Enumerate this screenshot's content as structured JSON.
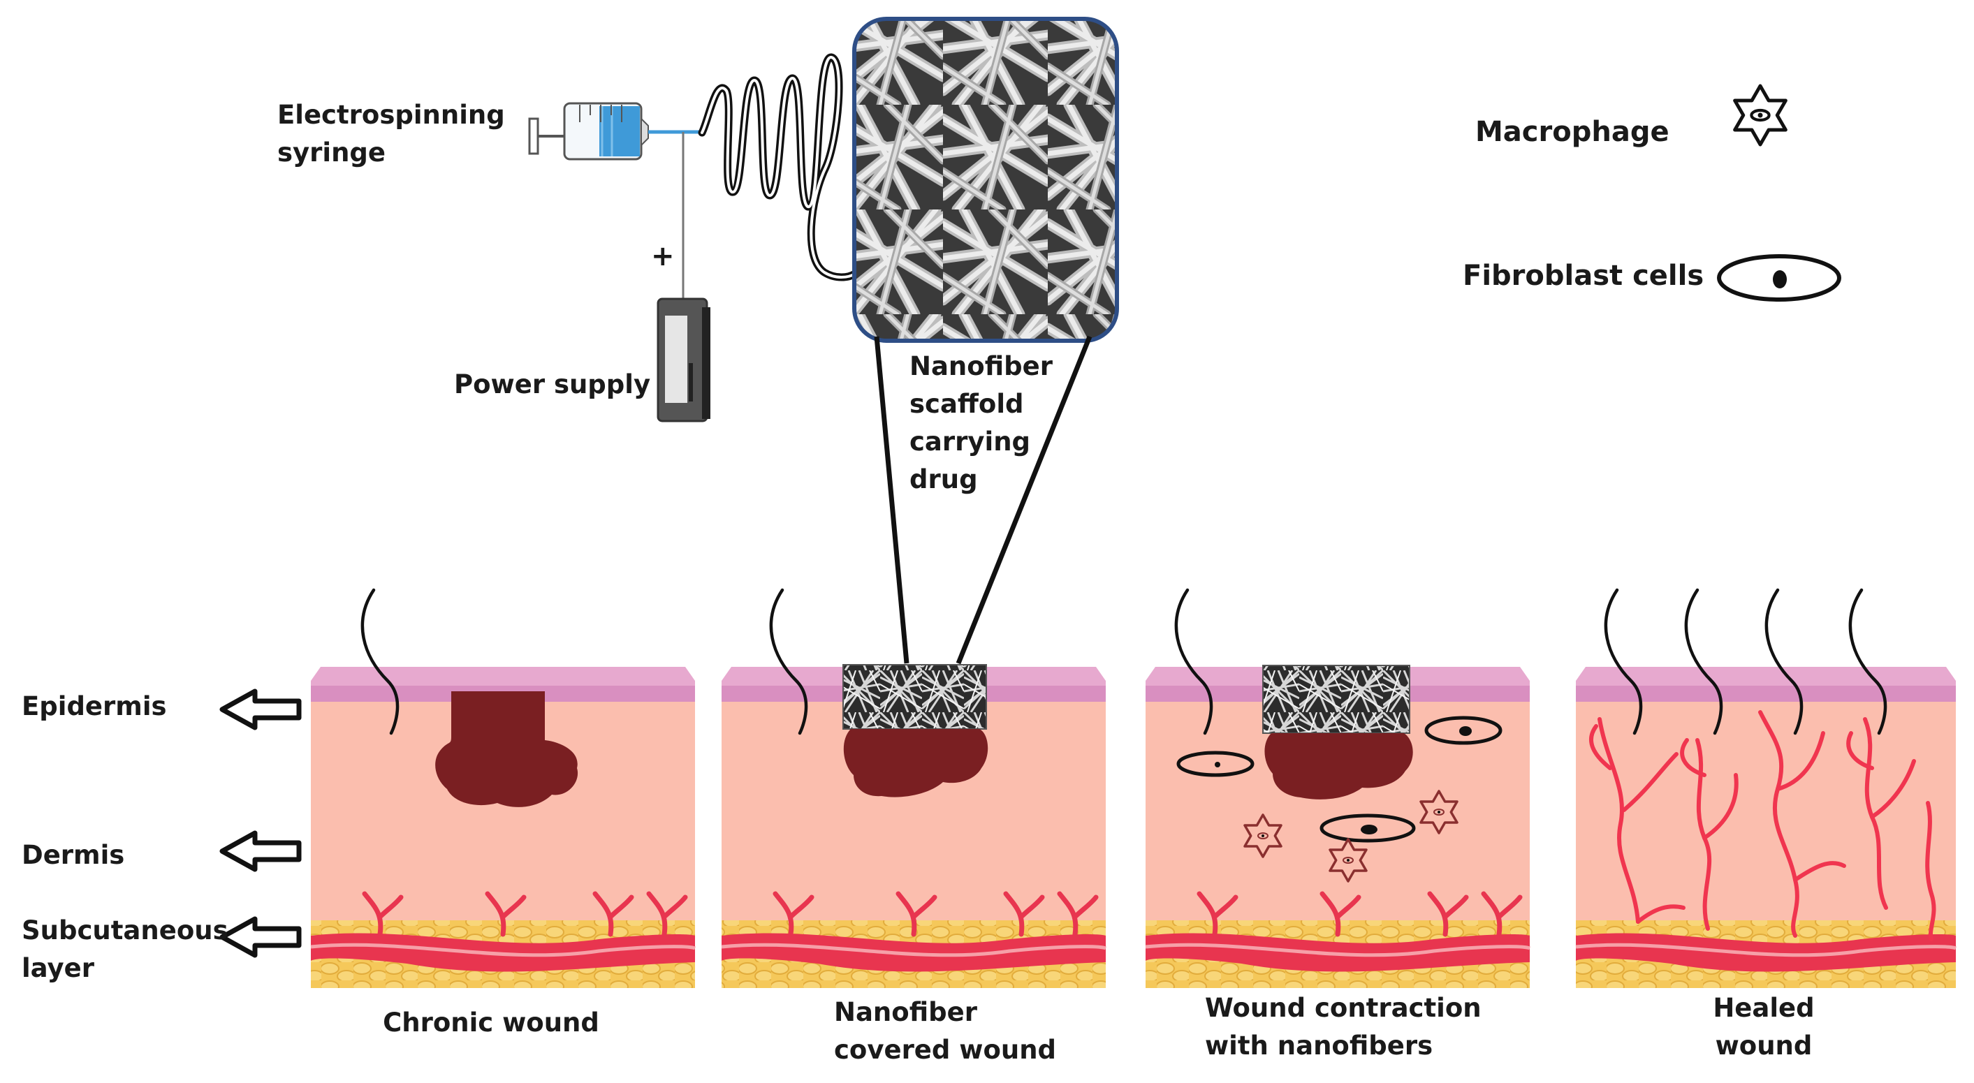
{
  "apparatus": {
    "syringe_label": "Electrospinning\nsyringe",
    "power_label": "Power supply",
    "power_sign": "+",
    "scaffold_label": "Nanofiber\nscaffold\ncarrying\ndrug"
  },
  "legend": {
    "macrophage": "Macrophage",
    "fibroblast": "Fibroblast cells"
  },
  "layers": {
    "epidermis": "Epidermis",
    "dermis": "Dermis",
    "subcutaneous": "Subcutaneous\nlayer"
  },
  "stages": [
    {
      "caption": "Chronic wound"
    },
    {
      "caption": "Nanofiber\ncovered wound"
    },
    {
      "caption": "Wound contraction\nwith nanofibers"
    },
    {
      "caption": "Healed\nwound"
    }
  ],
  "colors": {
    "epidermis": "#e7a9cf",
    "dermis": "#fbbeae",
    "fat": "#f5c85a",
    "vessel": "#e8354f",
    "wound": "#7a1f22",
    "syringe_fluid": "#3f9ad8",
    "frame": "#2e4e86"
  }
}
